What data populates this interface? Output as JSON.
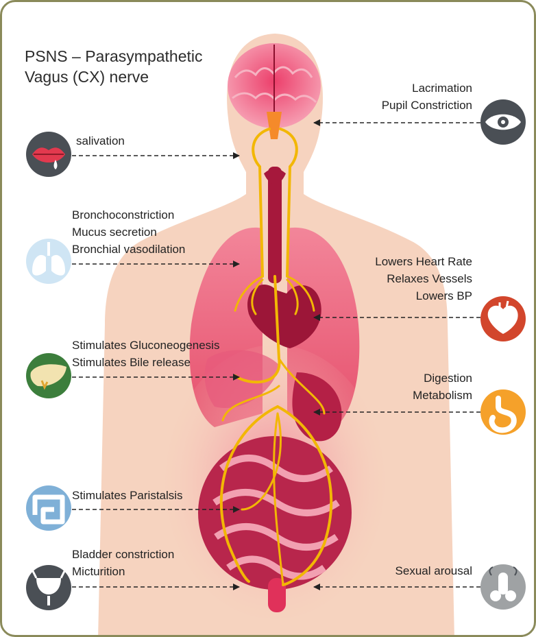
{
  "title_lines": [
    "PSNS – Parasympathetic",
    "Vagus (CX) nerve"
  ],
  "colors": {
    "frame_border": "#8a8a5a",
    "skin": "#f6d3bf",
    "nerve": "#f2b705",
    "organ": "#a6183c",
    "lung": "#e8506e",
    "icon_dark": "#4a4f55"
  },
  "left_items": [
    {
      "id": "salivation",
      "icon": "mouth-icon",
      "lines": [
        "salivation"
      ]
    },
    {
      "id": "lungs",
      "icon": "lungs-icon",
      "lines": [
        "Bronchoconstriction",
        "Mucus secretion",
        "Bronchial vasodilation"
      ]
    },
    {
      "id": "liver",
      "icon": "liver-icon",
      "lines": [
        "Stimulates Gluconeogenesis",
        "Stimulates Bile release"
      ]
    },
    {
      "id": "intestine",
      "icon": "intestine-icon",
      "lines": [
        "Stimulates Paristalsis"
      ]
    },
    {
      "id": "bladder",
      "icon": "bladder-icon",
      "lines": [
        "Bladder constriction",
        "Micturition"
      ]
    }
  ],
  "right_items": [
    {
      "id": "eye",
      "icon": "eye-icon",
      "lines": [
        "Lacrimation",
        "Pupil Constriction"
      ]
    },
    {
      "id": "heart",
      "icon": "heart-icon",
      "lines": [
        "Lowers Heart Rate",
        "Relaxes Vessels",
        "Lowers BP"
      ]
    },
    {
      "id": "stomach",
      "icon": "stomach-icon",
      "lines": [
        "Digestion",
        "Metabolism"
      ]
    },
    {
      "id": "reproductive",
      "icon": "reproductive-organ-icon",
      "lines": [
        "Sexual arousal"
      ]
    }
  ]
}
